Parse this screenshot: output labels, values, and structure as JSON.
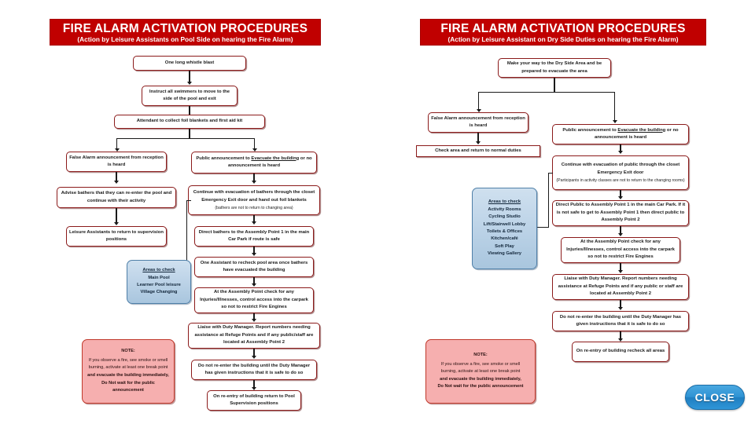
{
  "left_chart": {
    "header": {
      "title": "FIRE ALARM ACTIVATION PROCEDURES",
      "subtitle": "(Action by Leisure Assistants on Pool Side on hearing the Fire Alarm)"
    },
    "nodes": {
      "whistle": "One long whistle blast",
      "instruct": "Instruct all swimmers to move to the side of the pool and exit",
      "attendant": "Attendant to collect foil blankets and first aid kit",
      "false_alarm": "False Alarm announcement from reception is heard",
      "advise": "Advise bathers that they can re-enter the pool and continue with their activity",
      "return_supervision": "Leisure Assistants to return to supervision positions",
      "public_announcement_a": "Public announcement to ",
      "public_announcement_b": "Evacuate the building",
      "public_announcement_c": " or no announcement is heard",
      "continue_evac": "Continue with evacuation of bathers through the closet Emergency Exit door and hand out foil blankets",
      "continue_evac_sub": "(bathers are not to return to changing area)",
      "direct_bathers": "Direct bathers to the Assembly Point 1 in the main Car Park if route is safe",
      "recheck": "One Assistant to recheck pool area once bathers have evacuated the building",
      "assembly_check": "At the Assembly Point check for any Injuries/Illnesses, control access into the carpark so not to restrict Fire Engines",
      "liaise": "Liaise with Duty Manager. Report numbers needing assistance at Refuge Points and  if any public/staff are located at Assembly Point 2",
      "do_not_reenter": "Do not re-enter the building until the Duty Manager has given instructions that it is safe to do so",
      "on_reentry": "On re-entry of building return to Pool Supervision positions"
    },
    "areas_to_check": {
      "heading": "Areas to check",
      "items": [
        "Main Pool",
        "Learner Pool leisure",
        "Village Changing"
      ]
    },
    "note": {
      "heading": "NOTE:",
      "line1": "If you observe a fire, see smoke or smell",
      "line2": "burning, activate at least one break point",
      "line3": "and evacuate the building immediately,",
      "line4": "Do Not wait for the public announcement"
    }
  },
  "right_chart": {
    "header": {
      "title": "FIRE ALARM ACTIVATION PROCEDURES",
      "subtitle": "(Action by Leisure Assistant  on Dry Side Duties on hearing the Fire Alarm)"
    },
    "nodes": {
      "make_way": "Make your way to the Dry Side Area and be prepared to evacuate the area",
      "false_alarm": "False Alarm announcement from reception is heard",
      "check_area": "Check area and return to normal duties",
      "public_announcement_a": "Public announcement to ",
      "public_announcement_b": "Evacuate the building",
      "public_announcement_c": " or no announcement is heard",
      "continue_evac": "Continue with evacuation of public through the closet Emergency Exit door",
      "continue_evac_sub": "(Participants in activity classes are not to return to the changing rooms)",
      "direct_public": "Direct Public to Assembly Point 1 in the main Car Park. If it is not safe to get to Assembly Point 1 then direct public to Assembly Point 2",
      "assembly_check": "At the Assembly Point check for any Injuries/Illnesses, control access into the carpark so not to restrict Fire Engines",
      "liaise": "Liaise with Duty Manager. Report numbers needing assistance at Refuge Points and  if any public or staff are located at Assembly Point 2",
      "do_not_reenter": "Do not re-enter the building until the Duty Manager has given instructions that it is safe to do so",
      "on_reentry": "On re-entry of building recheck all areas"
    },
    "areas_to_check": {
      "heading": "Areas to check",
      "items": [
        "Activity Rooms",
        "Cycling Studio",
        "Lift/Stairwell Lobby",
        "Toilets & Offices",
        "Kitchen/café",
        "Soft Play",
        "Viewing Gallery"
      ]
    },
    "note": {
      "heading": "NOTE:",
      "line1": "If you observe a fire, see smoke or smell",
      "line2": "burning, activate at least one break point",
      "line3": "and evacuate the building immediately,",
      "line4": "Do Not wait for the public announcement"
    }
  },
  "close_button": {
    "label": "CLOSE"
  },
  "colors": {
    "banner_red": "#C00000",
    "box_border": "#8B1A1A",
    "note_fill": "#F6AFAF",
    "blue_fill": "#BED4E8",
    "close_blue": "#2E93D4"
  }
}
